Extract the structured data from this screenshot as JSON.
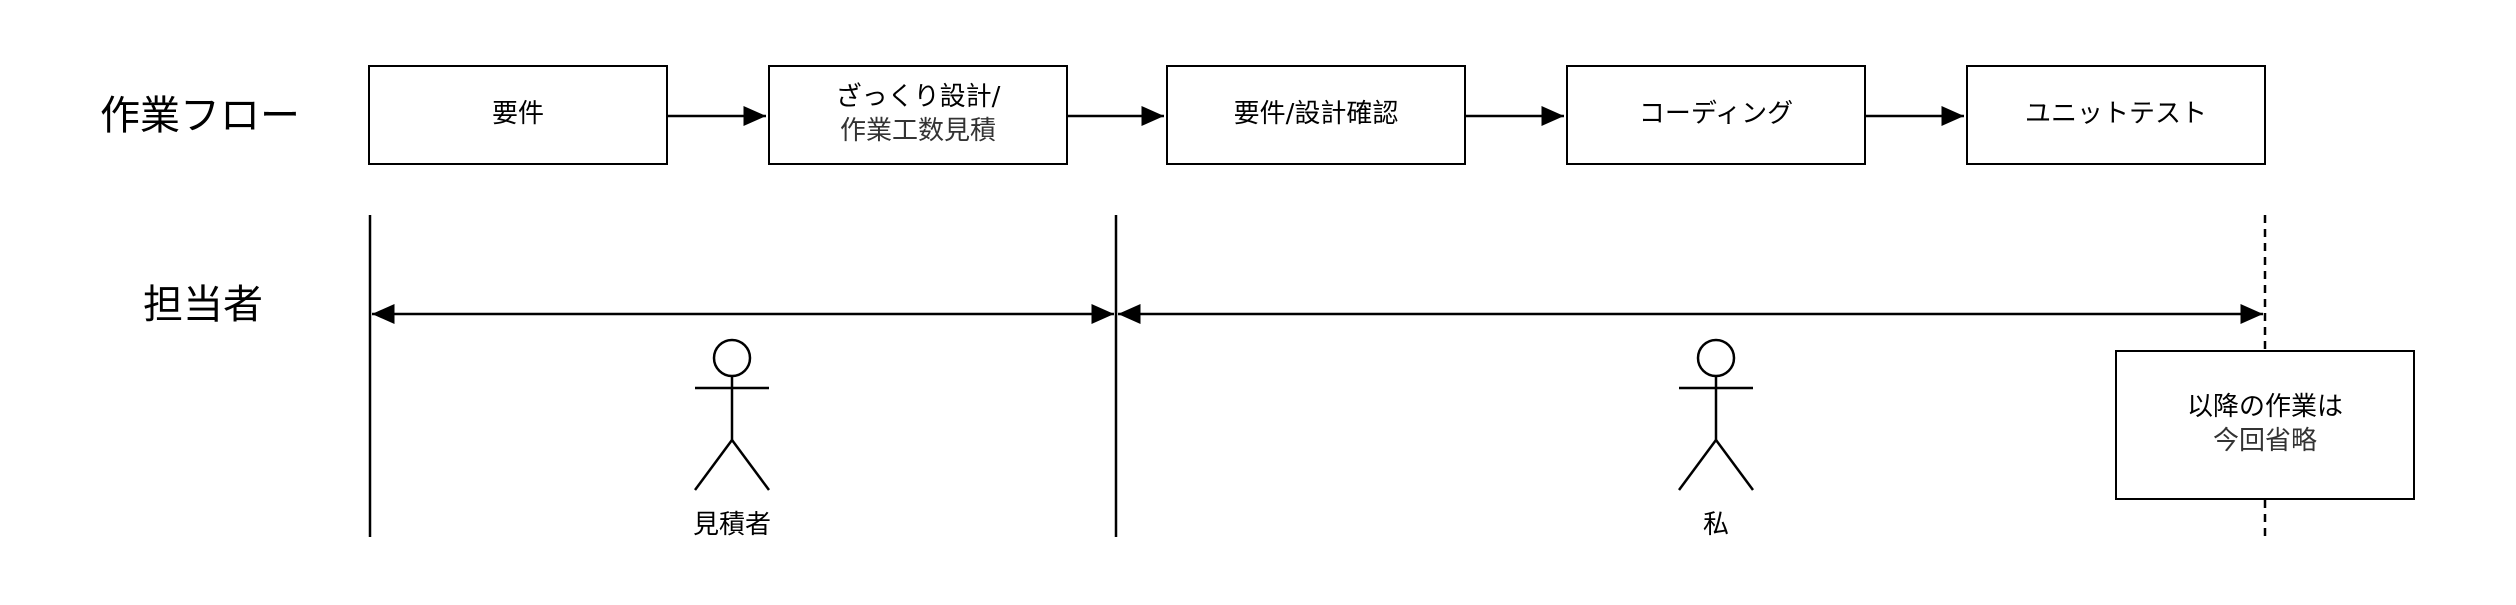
{
  "rows": {
    "workflow_label": "作業フロー",
    "owner_label": "担当者"
  },
  "workflow_steps": [
    {
      "lines": [
        "要件"
      ]
    },
    {
      "lines": [
        "ざっくり設計/",
        "作業工数見積"
      ]
    },
    {
      "lines": [
        "要件/設計確認"
      ]
    },
    {
      "lines": [
        "コーディング"
      ]
    },
    {
      "lines": [
        "ユニットテスト"
      ]
    }
  ],
  "owners": [
    {
      "name": "見積者"
    },
    {
      "name": "私"
    }
  ],
  "note": {
    "lines": [
      "以降の作業は",
      "今回省略"
    ]
  }
}
